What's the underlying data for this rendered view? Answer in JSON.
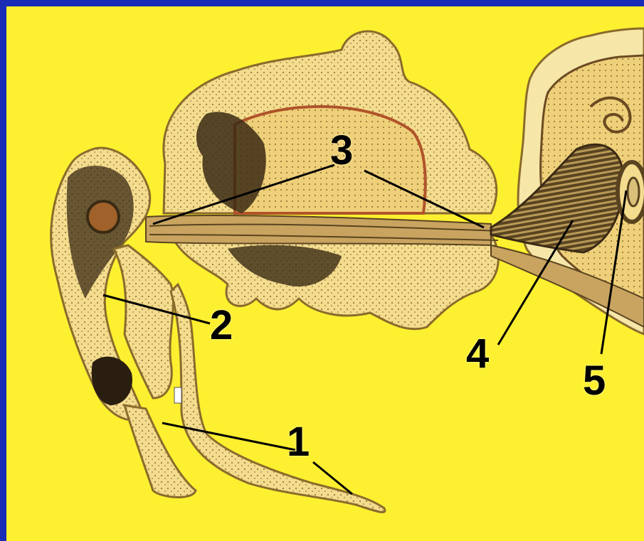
{
  "colors": {
    "border": "#1a2bb5",
    "background": "#fdf030",
    "tissue": "#f3dc8e",
    "tissue_edge": "#8a6b2c",
    "dark_tissue": "#3a2a14",
    "leader_line": "#000000"
  },
  "labels": {
    "l1": "1",
    "l2": "2",
    "l3": "3",
    "l4": "4",
    "l5": "5"
  }
}
